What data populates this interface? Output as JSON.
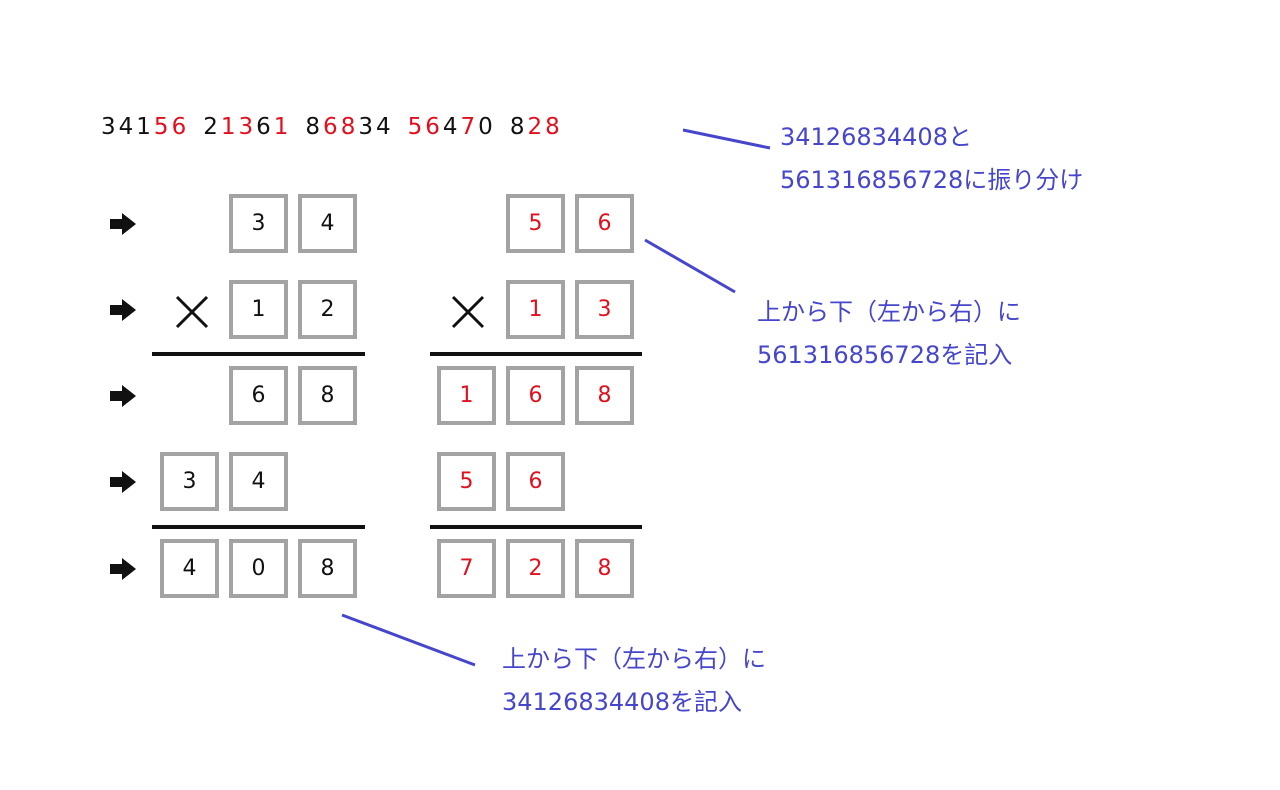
{
  "colors": {
    "black": "#111111",
    "red": "#e0101e",
    "annotation": "#4646cc",
    "box_border": "#a3a3a3"
  },
  "top_digits": [
    [
      {
        "d": "3",
        "c": "black"
      },
      {
        "d": "4",
        "c": "black"
      },
      {
        "d": "1",
        "c": "black"
      },
      {
        "d": "5",
        "c": "red"
      },
      {
        "d": "6",
        "c": "red"
      }
    ],
    [
      {
        "d": "2",
        "c": "black"
      },
      {
        "d": "1",
        "c": "red"
      },
      {
        "d": "3",
        "c": "red"
      },
      {
        "d": "6",
        "c": "black"
      },
      {
        "d": "1",
        "c": "red"
      }
    ],
    [
      {
        "d": "8",
        "c": "black"
      },
      {
        "d": "6",
        "c": "red"
      },
      {
        "d": "8",
        "c": "red"
      },
      {
        "d": "3",
        "c": "black"
      },
      {
        "d": "4",
        "c": "black"
      }
    ],
    [
      {
        "d": "5",
        "c": "red"
      },
      {
        "d": "6",
        "c": "red"
      },
      {
        "d": "4",
        "c": "black"
      },
      {
        "d": "7",
        "c": "red"
      },
      {
        "d": "0",
        "c": "black"
      }
    ],
    [
      {
        "d": "8",
        "c": "black"
      },
      {
        "d": "2",
        "c": "red"
      },
      {
        "d": "8",
        "c": "red"
      }
    ]
  ],
  "left": {
    "row1": [
      "3",
      "4"
    ],
    "row2": [
      "1",
      "2"
    ],
    "row3": [
      "6",
      "8"
    ],
    "row4": [
      "3",
      "4"
    ],
    "row5": [
      "4",
      "0",
      "8"
    ]
  },
  "right": {
    "row1": [
      "5",
      "6"
    ],
    "row2": [
      "1",
      "3"
    ],
    "row3": [
      "1",
      "6",
      "8"
    ],
    "row4": [
      "5",
      "6"
    ],
    "row5": [
      "7",
      "2",
      "8"
    ]
  },
  "notes": {
    "split": [
      "34126834408と",
      "561316856728に振り分け"
    ],
    "right_fill": [
      "上から下（左から右）に",
      "561316856728を記入"
    ],
    "left_fill": [
      "上から下（左から右）に",
      "34126834408を記入"
    ]
  },
  "icons": {
    "row_marker": "arrow-right-icon",
    "multiply": "times-icon"
  }
}
